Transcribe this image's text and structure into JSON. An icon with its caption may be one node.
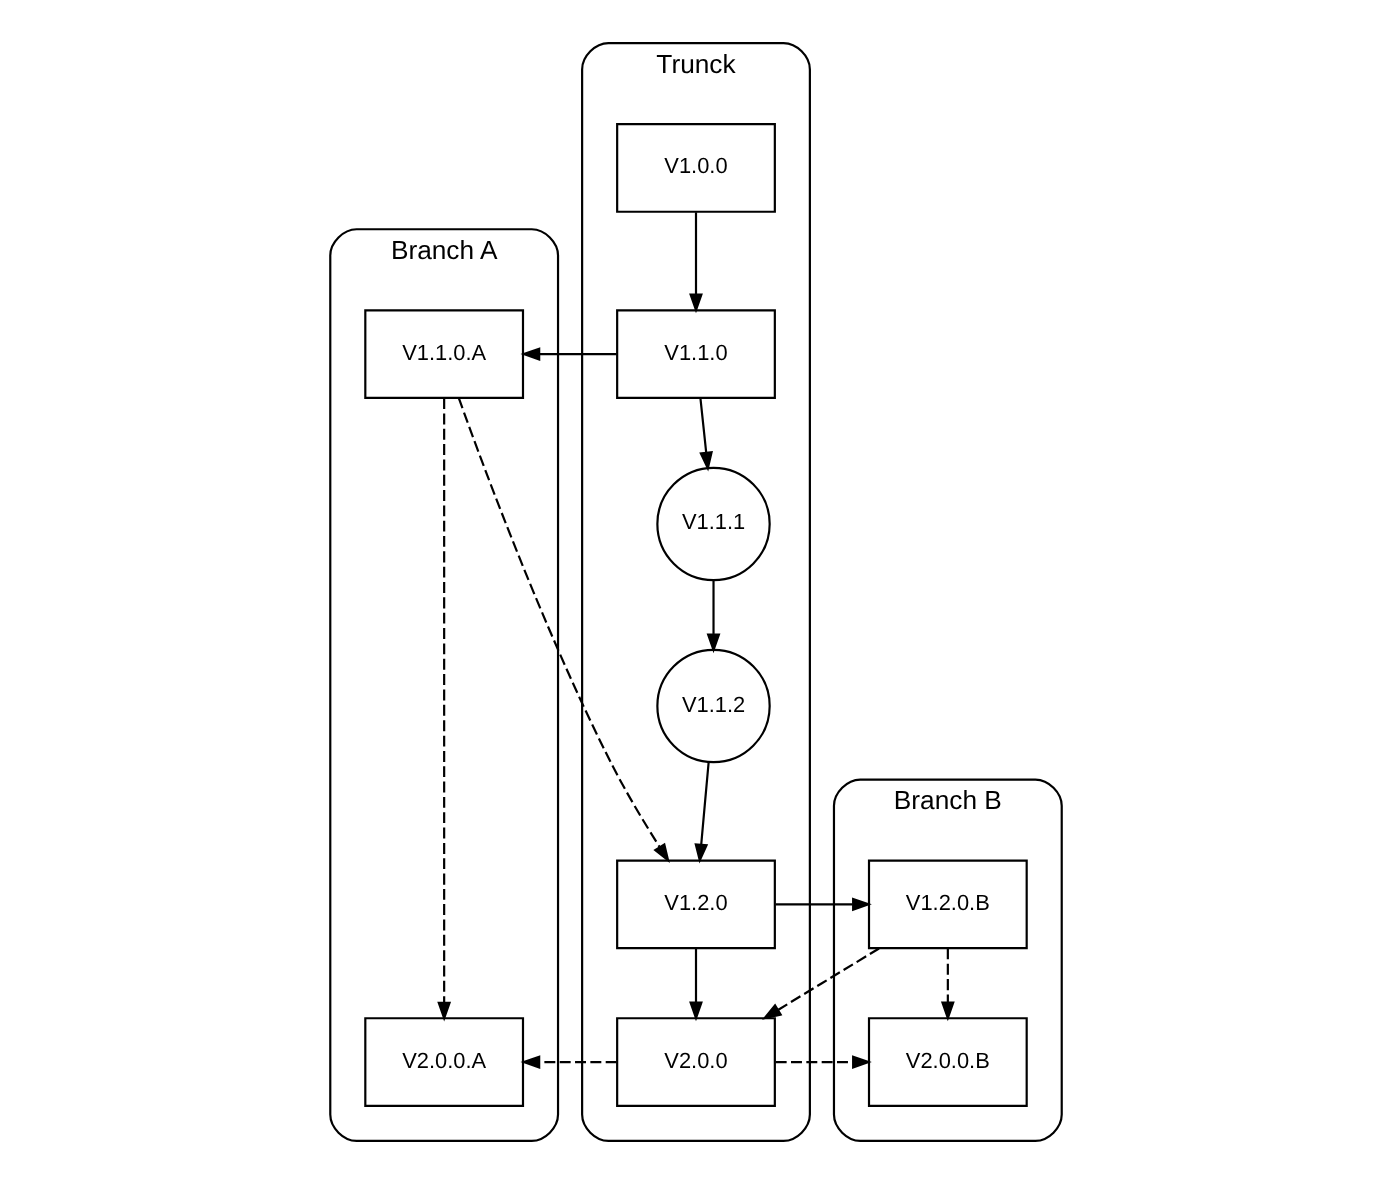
{
  "diagram": {
    "nodes": [
      {
        "text": [
          "Branch A"
        ]
      },
      {
        "text": [
          "Trunck"
        ]
      },
      {
        "text": [
          "Branch B"
        ]
      },
      {
        "text": [
          "V1.0.0"
        ],
        "in": 1
      },
      {
        "text": [
          "V1.1.0.A"
        ],
        "in": 0
      },
      {
        "text": [
          "V1.1.0"
        ],
        "in": 1
      },
      {
        "text": [
          "V1.1.1"
        ],
        "in": 1
      },
      {
        "text": [
          "V1.1.2"
        ],
        "in": 1
      },
      {
        "text": [
          "V1.2.0"
        ],
        "in": 1
      },
      {
        "text": [
          "V1.2.0.B"
        ],
        "in": 2
      },
      {
        "text": [
          "V2.0.0.A"
        ],
        "in": 0
      },
      {
        "text": [
          "V2.0.0"
        ],
        "in": 1
      },
      {
        "text": [
          "V2.0.0.B"
        ],
        "in": 2
      }
    ],
    "edges": [
      {
        "from": 3,
        "to": 5,
        "arrow": "to"
      },
      {
        "from": 5,
        "to": 4,
        "arrow": "to"
      },
      {
        "from": 5,
        "to": 6,
        "arrow": "to"
      },
      {
        "from": 6,
        "to": 7,
        "arrow": "to"
      },
      {
        "from": 7,
        "to": 8,
        "arrow": "to"
      },
      {
        "from": 4,
        "to": 8,
        "arrow": "to",
        "style": "dashed"
      },
      {
        "from": 4,
        "to": 10,
        "arrow": "to",
        "style": "dashed"
      },
      {
        "from": 8,
        "to": 9,
        "arrow": "to"
      },
      {
        "from": 8,
        "to": 11,
        "arrow": "to"
      },
      {
        "from": 9,
        "to": 11,
        "arrow": "to",
        "style": "dashed"
      },
      {
        "from": 9,
        "to": 12,
        "arrow": "to",
        "style": "dashed"
      },
      {
        "from": 11,
        "to": 10,
        "arrow": "to",
        "style": "dashed"
      },
      {
        "from": 11,
        "to": 12,
        "arrow": "to",
        "style": "dashed"
      }
    ]
  }
}
